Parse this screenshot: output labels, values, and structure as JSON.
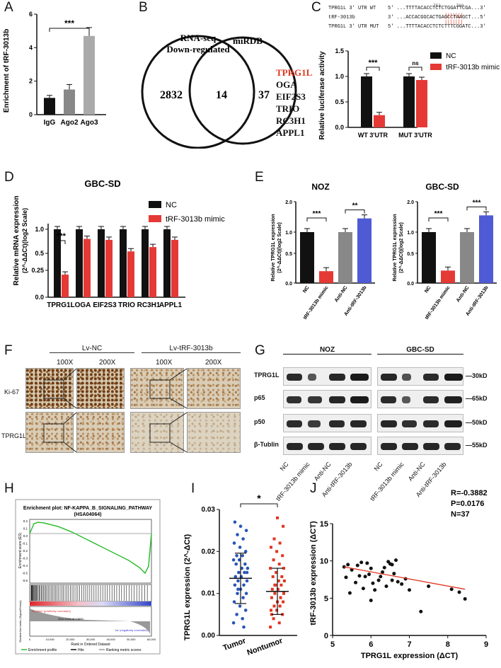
{
  "panels": {
    "A": {
      "letter": "A",
      "ylabel": "Enrichment of tRF-3013b",
      "sig": "***",
      "yticks": [
        "0",
        "2",
        "4",
        "6"
      ],
      "categories": [
        "IgG",
        "Ago2",
        "Ago3"
      ]
    },
    "B": {
      "letter": "B",
      "set1": "RNA-seq\nDown-regulated",
      "set1_l1": "RNA-seq",
      "set1_l2": "Down-regulated",
      "set2": "miRDB",
      "n_left": "2832",
      "n_overlap": "14",
      "n_right": "37",
      "genes": [
        "TPRG1L",
        "OGA",
        "EIF2S3",
        "TRIO",
        "RC3H1",
        "APPL1"
      ],
      "highlight_color": "#e0341f"
    },
    "C": {
      "letter": "C",
      "seq": [
        {
          "name": "TPRG1L 3' UTR WT",
          "strand": "5'",
          "seq": "...TTTTACACCTCTCTGGATTCGA...",
          "end": "3'"
        },
        {
          "name": "tRF-3013b",
          "strand": "3'",
          "seq": "...ACCACGGCACTGAGCCTAAGCT...",
          "end": "5'"
        },
        {
          "name": "TPRG1L 3' UTR MUT",
          "strand": "5'",
          "seq": "...TTTTACACCTCTCTTTCGGATC...",
          "end": "3'"
        }
      ],
      "pos1": "753",
      "pos2": "760",
      "ylabel": "Relative luciferase activity",
      "yticks": [
        "0.0",
        "0.5",
        "1.0",
        "1.5"
      ],
      "categories": [
        "WT 3'UTR",
        "MUT 3'UTR"
      ],
      "sig": [
        "***",
        "ns"
      ],
      "legend": [
        "NC",
        "tRF-3013b mimic"
      ]
    },
    "D": {
      "letter": "D",
      "title": "GBC-SD",
      "ylabel_l1": "Relative mRNA expression",
      "ylabel_l2": "(2^-ΔΔCt)(log2 Scale)",
      "yticks": [
        "0.0",
        "0.25",
        "0.5",
        "1.0"
      ],
      "categories": [
        "TPRG1L",
        "OGA",
        "EIF2S3",
        "TRIO",
        "RC3H1",
        "APPL1"
      ],
      "legend": [
        "NC",
        "tRF-3013b mimic"
      ],
      "sig": "***"
    },
    "E": {
      "letter": "E",
      "left": {
        "title": "NOZ",
        "ylabel_l1": "Relative TPRG1L expression",
        "ylabel_l2": "(2^-ΔΔCt)(log2 Scale)",
        "yticks": [
          "0.0",
          "0.5",
          "1.0",
          "2.0"
        ],
        "sig": [
          "***",
          "**"
        ]
      },
      "right": {
        "title": "GBC-SD",
        "ylabel_l1": "Relative TPRG1L expression",
        "ylabel_l2": "(2^-ΔΔCt)(log2 Scale)",
        "yticks": [
          "0.0",
          "0.5",
          "1.0",
          "2.0"
        ],
        "sig": [
          "***",
          "***"
        ]
      },
      "categories": [
        "NC",
        "tRF-3013b mimic",
        "Anti-NC",
        "Anti-tRF-3013b"
      ]
    },
    "F": {
      "letter": "F",
      "groups": [
        "Lv-NC",
        "Lv-tRF-3013b"
      ],
      "mag": [
        "100X",
        "200X",
        "100X",
        "200X"
      ],
      "rows": [
        "Ki-67",
        "TPRG1L"
      ]
    },
    "G": {
      "letter": "G",
      "cells": [
        "NOZ",
        "GBC-SD"
      ],
      "proteins": [
        "TPRG1L",
        "p65",
        "p50",
        "β-Tublin"
      ],
      "kd": [
        "30kD",
        "65kD",
        "50kD",
        "55kD"
      ],
      "lanes": [
        "NC",
        "tRF-3013b mimic",
        "Anti-NC",
        "Anti-tRF-3013b",
        "NC",
        "tRF-3013b mimic",
        "Anti-NC",
        "Anti-tRF-3013b"
      ]
    },
    "H": {
      "letter": "H",
      "title_l1": "Enrichment plot: NF-KAPPA_B_SIGNALING_PATHWAY",
      "title_l2": "(HSA04064)",
      "ylabel_top": "Enrichment score (ES)",
      "ylabel_bottom": "Ranked list metric (Signal2Noise)",
      "xlabel": "Rank in Ordered Dataset",
      "pos_label": "'na_false' (positively correlated)",
      "neg_label": "'na' (negatively correlated)",
      "zero_cross": "Zero cross at 13809",
      "xticks": [
        "0",
        "10,000",
        "20,000",
        "30,000",
        "40,000",
        "50,000",
        "60,000"
      ],
      "yticks": [
        "0.2",
        "0.1",
        "0.0",
        "-0.1",
        "-0.2",
        "-0.3",
        "-0.4",
        "-0.5",
        "-0.6"
      ],
      "legend": [
        "Enrichment profile",
        "Hits",
        "Ranking metric scores"
      ]
    },
    "I": {
      "letter": "I",
      "ylabel": "TPRG1L expression (2^-ΔCt)",
      "sig": "*",
      "yticks": [
        "0.00",
        "0.01",
        "0.02",
        "0.03"
      ],
      "categories": [
        "Tumor",
        "Nontumor"
      ]
    },
    "J": {
      "letter": "J",
      "stats": [
        "R=-0.3882",
        "P=0.0176",
        "N=37"
      ],
      "xlabel": "TPRG1L expression (ΔCT)",
      "ylabel": "tRF-3013b expression (ΔCT)",
      "xticks": [
        "5",
        "6",
        "7",
        "8",
        "9"
      ],
      "yticks": [
        "0",
        "5",
        "10",
        "15"
      ]
    }
  },
  "chart_data": [
    {
      "panel": "A",
      "type": "bar",
      "categories": [
        "IgG",
        "Ago2",
        "Ago3"
      ],
      "values": [
        1.0,
        1.5,
        4.7
      ],
      "errors": [
        0.15,
        0.3,
        0.5
      ],
      "ylim": [
        0,
        6
      ],
      "ylabel": "Enrichment of tRF-3013b",
      "colors": [
        "#111111",
        "#888888",
        "#aaaaaa"
      ]
    },
    {
      "panel": "C",
      "type": "bar",
      "categories": [
        "WT 3'UTR",
        "MUT 3'UTR"
      ],
      "ylim": [
        0,
        1.5
      ],
      "ylabel": "Relative luciferase activity",
      "series": [
        {
          "name": "NC",
          "values": [
            1.0,
            1.0
          ],
          "color": "#111111"
        },
        {
          "name": "tRF-3013b mimic",
          "values": [
            0.24,
            0.93
          ],
          "color": "#e53935"
        }
      ]
    },
    {
      "panel": "D",
      "type": "bar",
      "categories": [
        "TPRG1L",
        "OGA",
        "EIF2S3",
        "TRIO",
        "RC3H1",
        "APPL1"
      ],
      "series": [
        {
          "name": "NC",
          "values": [
            1.0,
            1.0,
            1.0,
            1.0,
            1.0,
            1.0
          ],
          "color": "#111111"
        },
        {
          "name": "tRF-3013b mimic",
          "values": [
            0.21,
            0.8,
            0.78,
            0.54,
            0.63,
            0.78
          ],
          "color": "#e53935"
        }
      ]
    },
    {
      "panel": "E-NOZ",
      "type": "bar",
      "categories": [
        "NC",
        "tRF-3013b mimic",
        "Anti-NC",
        "Anti-tRF-3013b"
      ],
      "values": [
        1.0,
        0.2,
        1.0,
        1.45
      ],
      "colors": [
        "#111111",
        "#e53935",
        "#888888",
        "#4f5bd5"
      ]
    },
    {
      "panel": "E-GBC-SD",
      "type": "bar",
      "categories": [
        "NC",
        "tRF-3013b mimic",
        "Anti-NC",
        "Anti-tRF-3013b"
      ],
      "values": [
        1.0,
        0.21,
        1.0,
        1.55
      ],
      "colors": [
        "#111111",
        "#e53935",
        "#888888",
        "#4f5bd5"
      ]
    },
    {
      "panel": "I",
      "type": "scatter",
      "categories": [
        "Tumor",
        "Nontumor"
      ],
      "mean": [
        0.0136,
        0.0105
      ],
      "sd": [
        0.006,
        0.0055
      ],
      "ylim": [
        0,
        0.03
      ]
    },
    {
      "panel": "J",
      "type": "scatter",
      "xlim": [
        5,
        9
      ],
      "ylim": [
        0,
        15
      ],
      "x": [
        5.3,
        5.4,
        5.35,
        5.5,
        5.6,
        5.65,
        5.7,
        5.75,
        5.8,
        5.85,
        5.9,
        5.95,
        6.0,
        6.05,
        6.1,
        6.2,
        6.3,
        6.35,
        6.4,
        6.45,
        6.5,
        6.55,
        6.6,
        6.65,
        6.7,
        6.8,
        6.9,
        7.0,
        7.3,
        7.5,
        8.1,
        8.3,
        8.45,
        5.45,
        6.0,
        6.25,
        6.55
      ],
      "y": [
        9.2,
        9.5,
        7.8,
        8.8,
        7.1,
        9.4,
        8.0,
        9.8,
        6.3,
        7.9,
        9.7,
        8.2,
        4.7,
        7.0,
        6.1,
        7.4,
        8.5,
        9.1,
        6.6,
        9.9,
        9.6,
        9.5,
        8.3,
        10.1,
        7.2,
        6.9,
        7.6,
        6.1,
        3.2,
        6.6,
        6.2,
        5.8,
        4.9,
        5.7,
        9.0,
        7.9,
        7.4
      ]
    }
  ]
}
